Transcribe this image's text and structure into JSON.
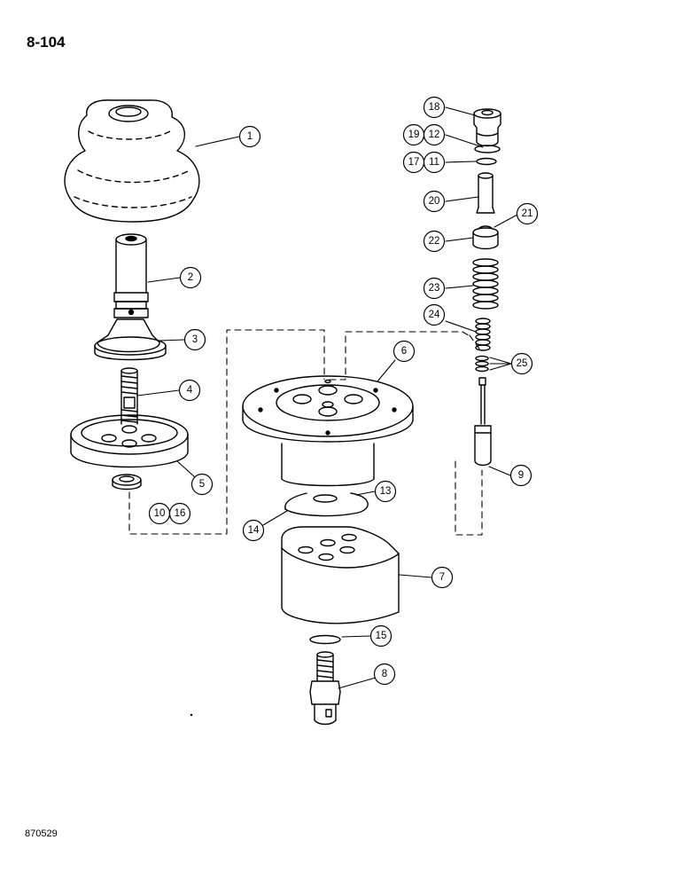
{
  "page_number": "8-104",
  "figure_code": "870529",
  "callouts": {
    "c1": "1",
    "c2": "2",
    "c3": "3",
    "c4": "4",
    "c5": "5",
    "c6": "6",
    "c7": "7",
    "c8": "8",
    "c9": "9",
    "c10": "10",
    "c11": "11",
    "c12": "12",
    "c13": "13",
    "c14": "14",
    "c15": "15",
    "c16": "16",
    "c17": "17",
    "c18": "18",
    "c19": "19",
    "c20": "20",
    "c21": "21",
    "c22": "22",
    "c23": "23",
    "c24": "24",
    "c25": "25"
  }
}
